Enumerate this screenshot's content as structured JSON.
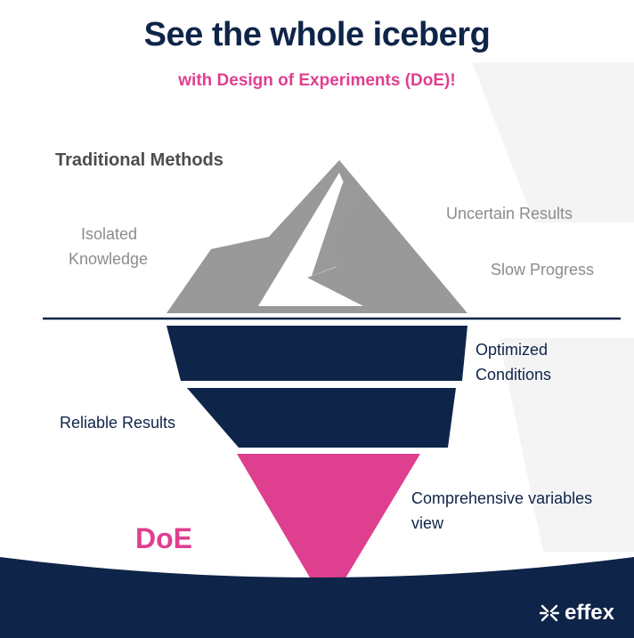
{
  "header": {
    "title": "See the whole iceberg",
    "subtitle": "with Design of Experiments (DoE)!"
  },
  "above_water": {
    "heading": "Traditional Methods",
    "left_label_line1": "Isolated",
    "left_label_line2": "Knowledge",
    "right_label_1": "Uncertain Results",
    "right_label_2": "Slow Progress"
  },
  "below_water": {
    "right_label_1_line1": "Optimized",
    "right_label_1_line2": "Conditions",
    "left_label": "Reliable Results",
    "right_label_2_line1": "Comprehensive variables",
    "right_label_2_line2": "view",
    "doe_label": "DoE"
  },
  "brand": {
    "name": "effex"
  },
  "colors": {
    "navy": "#0f2449",
    "pink": "#df3f8f",
    "grey": "#999999",
    "bg_mark": "#f4f4f5"
  }
}
